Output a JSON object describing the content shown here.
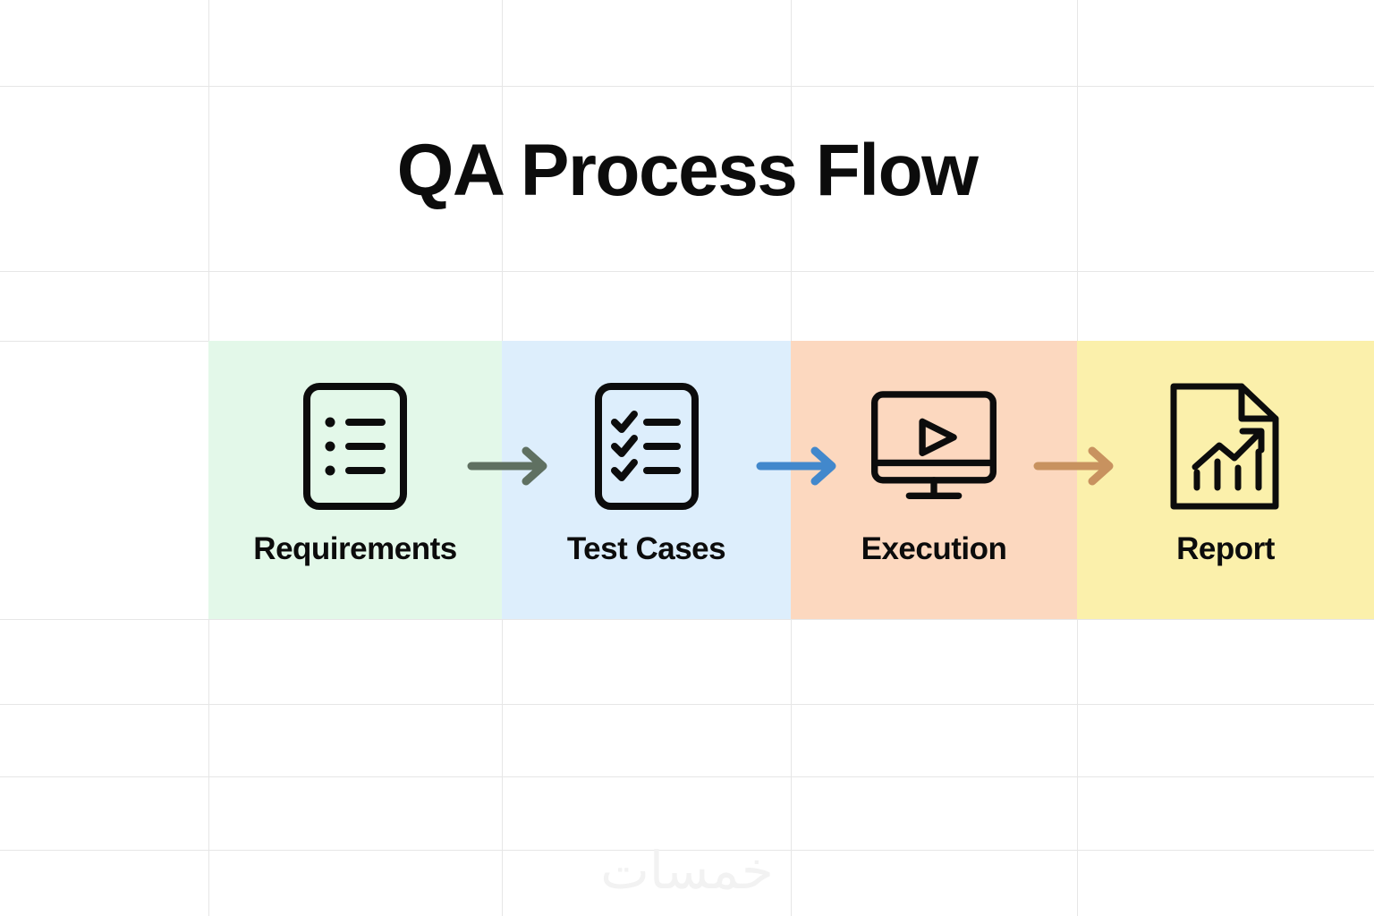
{
  "page": {
    "title": "QA Process Flow",
    "watermark": "خمسات",
    "background": "#ffffff",
    "grid_color": "#e6e6e6"
  },
  "grid": {
    "vertical_x": [
      233,
      561,
      884,
      1204
    ],
    "horizontal_y": [
      96,
      303,
      381,
      692,
      787,
      868,
      950
    ]
  },
  "flow": {
    "stages": [
      {
        "label": "Requirements",
        "icon": "document-list-icon",
        "bg_color": "#e3f8e9",
        "icon_color": "#0c0c0c"
      },
      {
        "label": "Test Cases",
        "icon": "checklist-icon",
        "bg_color": "#ddeefc",
        "icon_color": "#0c0c0c"
      },
      {
        "label": "Execution",
        "icon": "monitor-play-icon",
        "bg_color": "#fcd8bf",
        "icon_color": "#0c0c0c"
      },
      {
        "label": "Report",
        "icon": "report-chart-document-icon",
        "bg_color": "#fbf0ab",
        "icon_color": "#0c0c0c"
      }
    ],
    "connectors": [
      {
        "from": "Requirements",
        "to": "Test Cases",
        "icon": "arrow-right-icon",
        "color": "#5f7061"
      },
      {
        "from": "Test Cases",
        "to": "Execution",
        "icon": "arrow-right-icon",
        "color": "#4288cc"
      },
      {
        "from": "Execution",
        "to": "Report",
        "icon": "arrow-right-icon",
        "color": "#c8925f"
      }
    ]
  }
}
